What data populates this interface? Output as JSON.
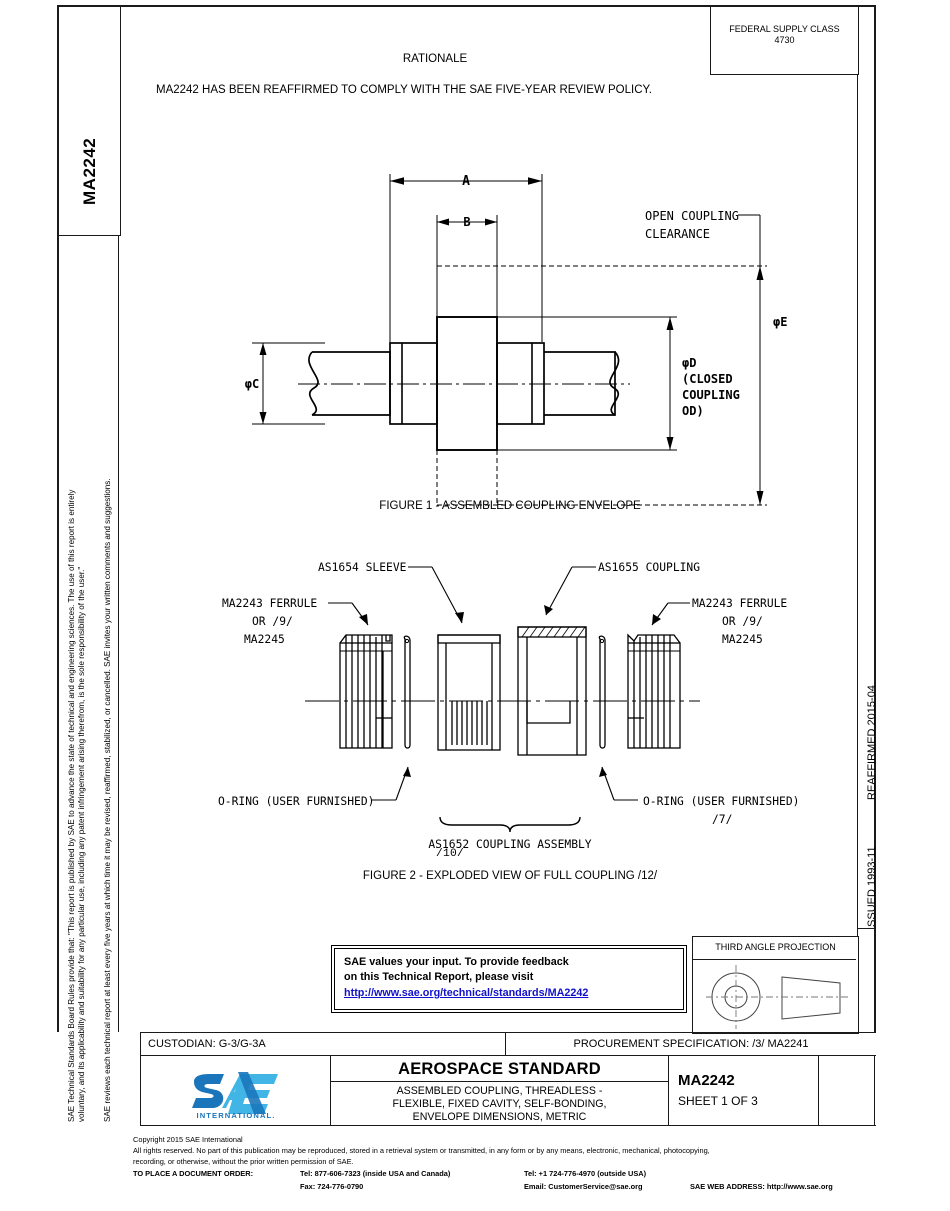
{
  "document": {
    "number": "MA2242",
    "federal_supply_class_label": "FEDERAL SUPPLY CLASS",
    "federal_supply_class_value": "4730",
    "issued": "ISSUED 1993-11",
    "reaffirmed": "REAFFIRMED 2015-04"
  },
  "rationale": {
    "heading": "RATIONALE",
    "body": "MA2242 HAS BEEN REAFFIRMED TO COMPLY WITH THE SAE FIVE-YEAR REVIEW POLICY."
  },
  "legal": {
    "line1": "SAE Technical Standards Board Rules provide that: \"This report is published by SAE to advance the state of technical and engineering sciences. The use of this report is entirely",
    "line2": "voluntary, and its applicability and suitability for any particular use, including any patent infringement arising therefrom, is the sole responsibility of the user.\"",
    "line3": "SAE reviews each technical report at least every five years at which time it may be revised, reaffirmed, stabilized, or cancelled. SAE invites your written comments and suggestions."
  },
  "figure1": {
    "caption": "FIGURE 1 - ASSEMBLED COUPLING ENVELOPE",
    "dim_a": "A",
    "dim_b": "B",
    "dim_c": "φC",
    "dim_d_line1": "φD",
    "dim_d_line2": "(CLOSED",
    "dim_d_line3": "COUPLING",
    "dim_d_line4": "OD)",
    "dim_e": "φE",
    "open_clearance_line1": "OPEN COUPLING",
    "open_clearance_line2": "CLEARANCE"
  },
  "figure2": {
    "caption": "FIGURE 2 - EXPLODED VIEW OF FULL COUPLING /12/",
    "label_sleeve": "AS1654 SLEEVE",
    "label_coupling": "AS1655 COUPLING",
    "ferrule_left_line1": "MA2243 FERRULE",
    "ferrule_left_line2": "OR /9/",
    "ferrule_left_line3": "MA2245",
    "ferrule_right_line1": "MA2243 FERRULE",
    "ferrule_right_line2": "OR /9/",
    "ferrule_right_line3": "MA2245",
    "oring_left": "O-RING (USER FURNISHED)",
    "oring_right": "O-RING (USER FURNISHED)",
    "oring_right_note": "/7/",
    "assembly_line1": "AS1652 COUPLING ASSEMBLY",
    "assembly_line2": "/10/"
  },
  "feedback": {
    "line1": "SAE values your input. To provide feedback",
    "line2": "on this Technical Report, please visit",
    "url": "http://www.sae.org/technical/standards/MA2242",
    "link_color": "#1111cc"
  },
  "projection": {
    "title": "THIRD ANGLE PROJECTION"
  },
  "custodian": {
    "text": "CUSTODIAN: G-3/G-3A"
  },
  "procurement": {
    "text": "PROCUREMENT SPECIFICATION: /3/ MA2241"
  },
  "titleblock": {
    "standard": "AEROSPACE STANDARD",
    "desc_line1": "ASSEMBLED COUPLING, THREADLESS -",
    "desc_line2": "FLEXIBLE, FIXED CAVITY, SELF-BONDING,",
    "desc_line3": "ENVELOPE DIMENSIONS, METRIC",
    "doc_number": "MA2242",
    "sheet": "SHEET 1 OF 3",
    "logo_text": "SAE",
    "logo_sub": "INTERNATIONAL®",
    "logo_color": "#1b75bb",
    "logo_color_light": "#41b6e6"
  },
  "footer": {
    "copyright": "Copyright 2015 SAE International",
    "rights_line1": "All rights reserved. No part of this publication may be reproduced, stored in a retrieval system or transmitted, in any form or by any means, electronic, mechanical, photocopying,",
    "rights_line2": "recording, or otherwise, without the prior written permission of SAE.",
    "order_label": "TO PLACE A DOCUMENT ORDER:",
    "tel_inside": "Tel: 877-606-7323 (inside USA and Canada)",
    "fax": "Fax: 724-776-0790",
    "tel_outside": "Tel: +1 724-776-4970 (outside USA)",
    "email": "Email: CustomerService@sae.org",
    "web": "SAE WEB ADDRESS: http://www.sae.org"
  }
}
